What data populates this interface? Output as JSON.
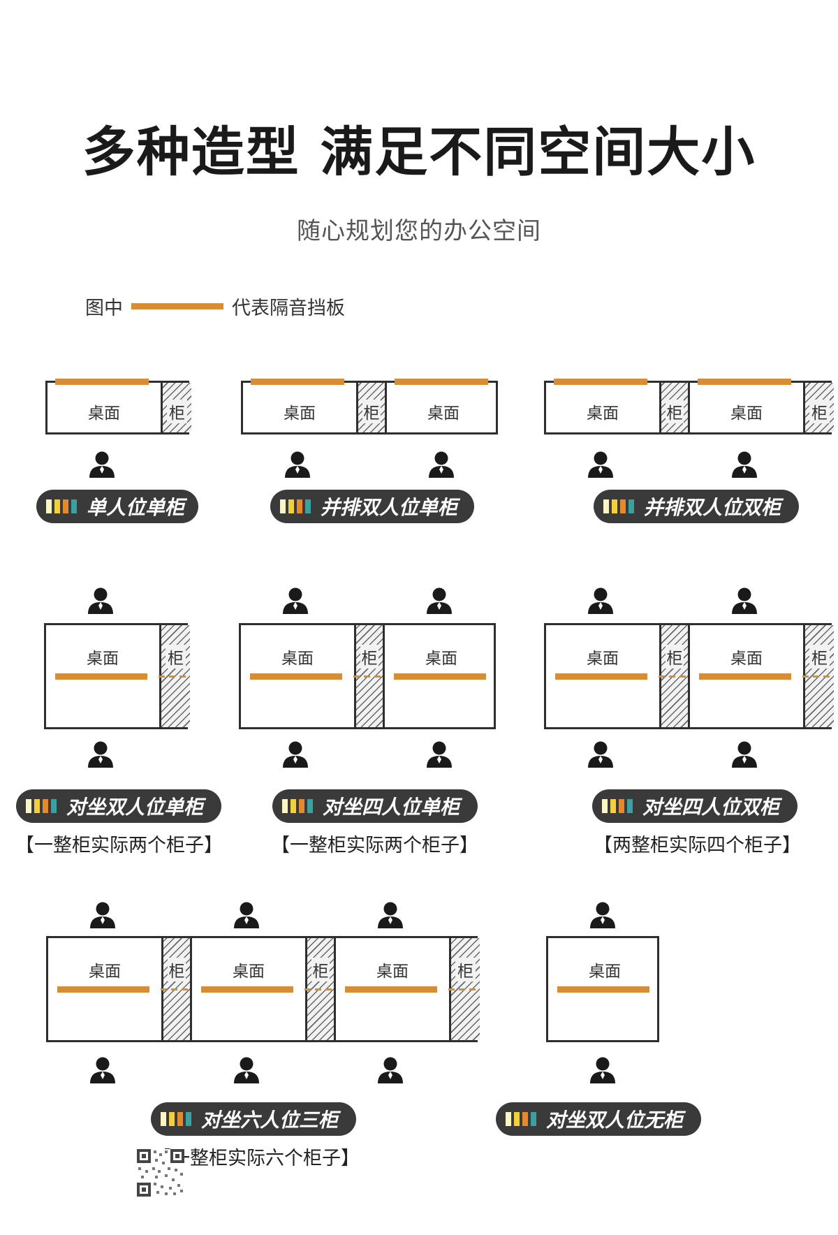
{
  "header": {
    "title": "多种造型 满足不同空间大小",
    "subtitle": "随心规划您的办公空间"
  },
  "legend": {
    "prefix": "图中",
    "suffix": "代表隔音挡板"
  },
  "labels": {
    "desk": "桌面",
    "cabinet": "柜"
  },
  "layouts": [
    {
      "name": "单人位单柜",
      "note": ""
    },
    {
      "name": "并排双人位单柜",
      "note": ""
    },
    {
      "name": "并排双人位双柜",
      "note": ""
    },
    {
      "name": "对坐双人位单柜",
      "note": "【一整柜实际两个柜子】"
    },
    {
      "name": "对坐四人位单柜",
      "note": "【一整柜实际两个柜子】"
    },
    {
      "name": "对坐四人位双柜",
      "note": "【两整柜实际四个柜子】"
    },
    {
      "name": "对坐六人位三柜",
      "note": "【一整柜实际六个柜子】"
    },
    {
      "name": "对坐双人位无柜",
      "note": ""
    }
  ],
  "colors": {
    "panel": "#d68d36",
    "pill": "#3a3a3a",
    "outline": "#2e2e2e"
  },
  "icons": [
    "person-icon",
    "color-bars-icon",
    "qr-code-icon"
  ]
}
